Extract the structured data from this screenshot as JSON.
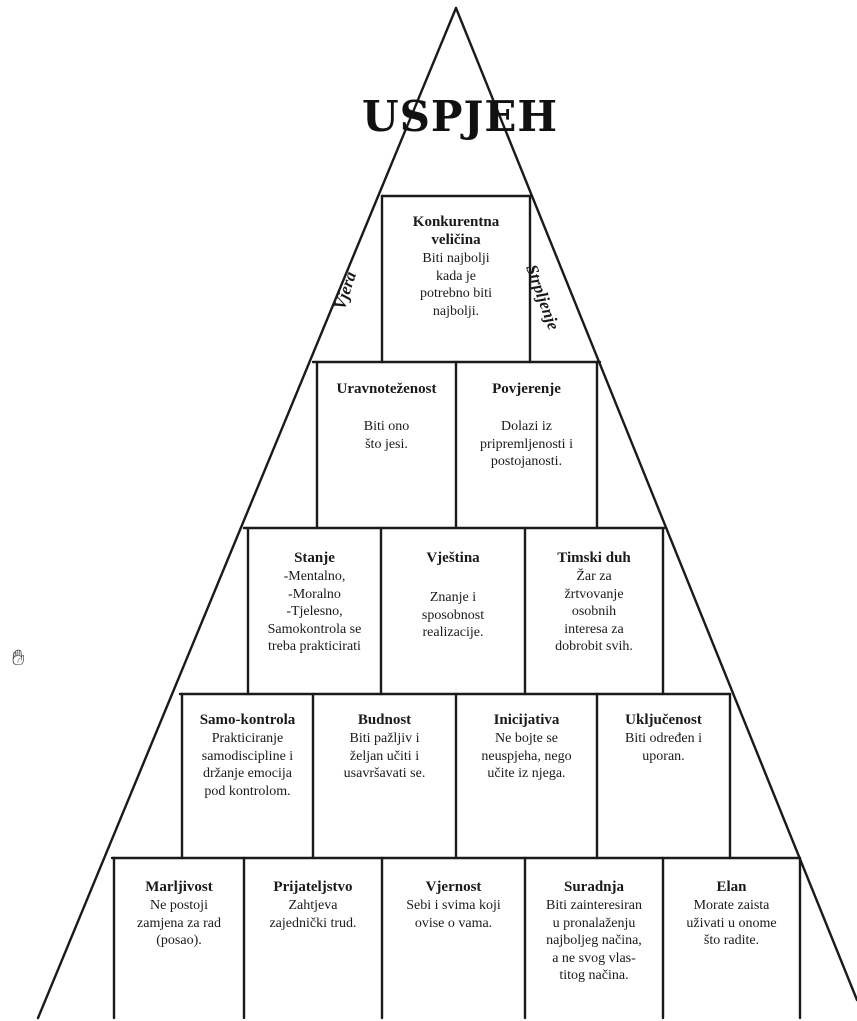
{
  "title": "USPJEH",
  "side_labels": {
    "left": "Vjera",
    "right": "Strpljenje"
  },
  "cursor_icon": "hand-pointer-icon",
  "rows": [
    [
      {
        "heading": "Konkurentna\nveličina",
        "text": "Biti najbolji\nkada je\npotrebno biti\nnajbolji."
      }
    ],
    [
      {
        "heading": "Uravnoteženost",
        "text": "Biti ono\nšto jesi."
      },
      {
        "heading": "Povjerenje",
        "text": "Dolazi iz\npripremljenosti i\npostojanosti."
      }
    ],
    [
      {
        "heading": "Stanje",
        "text": "-Mentalno,\n-Moralno\n-Tjelesno,\nSamokontrola se\ntreba prakticirati"
      },
      {
        "heading": "Vještina",
        "text": "Znanje i\nsposobnost\nrealizacije."
      },
      {
        "heading": "Timski duh",
        "text": "Žar za\nžrtvovanje\nosobnih\ninteresa za\ndobrobit svih."
      }
    ],
    [
      {
        "heading": "Samo-kontrola",
        "text": "Prakticiranje\nsamodiscipline i\ndržanje emocija\npod kontrolom."
      },
      {
        "heading": "Budnost",
        "text": "Biti pažljiv i\nželjan učiti i\nusavršavati se."
      },
      {
        "heading": "Inicijativa",
        "text": "Ne bojte se\nneuspjeha, nego\nučite iz njega."
      },
      {
        "heading": "Uključenost",
        "text": "Biti određen i\nuporan."
      }
    ],
    [
      {
        "heading": "Marljivost",
        "text": "Ne postoji\nzamjena za rad\n(posao)."
      },
      {
        "heading": "Prijateljstvo",
        "text": "Zahtjeva\nzajednički trud."
      },
      {
        "heading": "Vjernost",
        "text": "Sebi i svima koji\novise o vama."
      },
      {
        "heading": "Suradnja",
        "text": "Biti zainteresiran\nu pronalaženju\nnajboljeg načina,\na ne svog vlas-\ntitog načina."
      },
      {
        "heading": "Elan",
        "text": "Morate zaista\nuživati u onome\nšto radite."
      }
    ]
  ]
}
